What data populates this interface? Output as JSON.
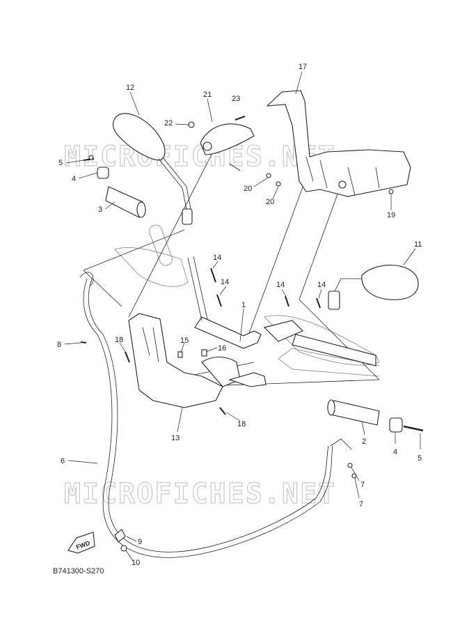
{
  "watermark_text": "MICROFICHES.NET",
  "diagram_code": "B741300-S270",
  "fwd_label": "FWD",
  "callouts": [
    {
      "id": "label-17",
      "text": "17"
    },
    {
      "id": "label-12",
      "text": "12"
    },
    {
      "id": "label-21",
      "text": "21"
    },
    {
      "id": "label-23",
      "text": "23"
    },
    {
      "id": "label-22",
      "text": "22"
    },
    {
      "id": "label-5-top",
      "text": "5"
    },
    {
      "id": "label-4-top",
      "text": "4"
    },
    {
      "id": "label-3",
      "text": "3"
    },
    {
      "id": "label-20-a",
      "text": "20"
    },
    {
      "id": "label-20-b",
      "text": "20"
    },
    {
      "id": "label-19",
      "text": "19"
    },
    {
      "id": "label-11",
      "text": "11"
    },
    {
      "id": "label-14-a",
      "text": "14"
    },
    {
      "id": "label-14-b",
      "text": "14"
    },
    {
      "id": "label-14-c",
      "text": "14"
    },
    {
      "id": "label-14-d",
      "text": "14"
    },
    {
      "id": "label-1",
      "text": "1"
    },
    {
      "id": "label-8",
      "text": "8"
    },
    {
      "id": "label-18-a",
      "text": "18"
    },
    {
      "id": "label-15",
      "text": "15"
    },
    {
      "id": "label-16",
      "text": "16"
    },
    {
      "id": "label-18-b",
      "text": "18"
    },
    {
      "id": "label-13",
      "text": "13"
    },
    {
      "id": "label-2",
      "text": "2"
    },
    {
      "id": "label-4-bottom",
      "text": "4"
    },
    {
      "id": "label-5-bottom",
      "text": "5"
    },
    {
      "id": "label-6",
      "text": "6"
    },
    {
      "id": "label-7-a",
      "text": "7"
    },
    {
      "id": "label-7-b",
      "text": "7"
    },
    {
      "id": "label-9",
      "text": "9"
    },
    {
      "id": "label-10",
      "text": "10"
    }
  ]
}
